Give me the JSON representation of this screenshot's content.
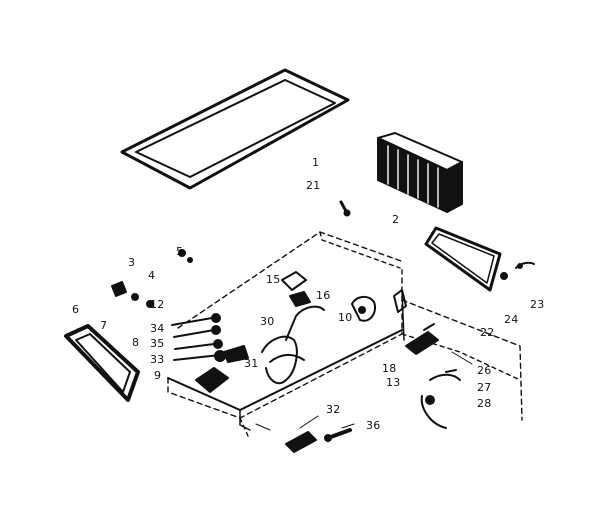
{
  "callouts": {
    "c1": "1",
    "c21": "21",
    "c2": "2",
    "c3": "3",
    "c4": "4",
    "c5": "5",
    "c6": "6",
    "c7": "7",
    "c8": "8",
    "c9": "9",
    "c10": "10",
    "c12": "12",
    "c13": "13",
    "c15": "15",
    "c16": "16",
    "c18": "18",
    "c22": "22",
    "c23": "23",
    "c24": "24",
    "c26": "26",
    "c27": "27",
    "c28": "28",
    "c30": "30",
    "c31": "31",
    "c32": "32",
    "c33": "33",
    "c34": "34",
    "c35": "35",
    "c36": "36"
  }
}
